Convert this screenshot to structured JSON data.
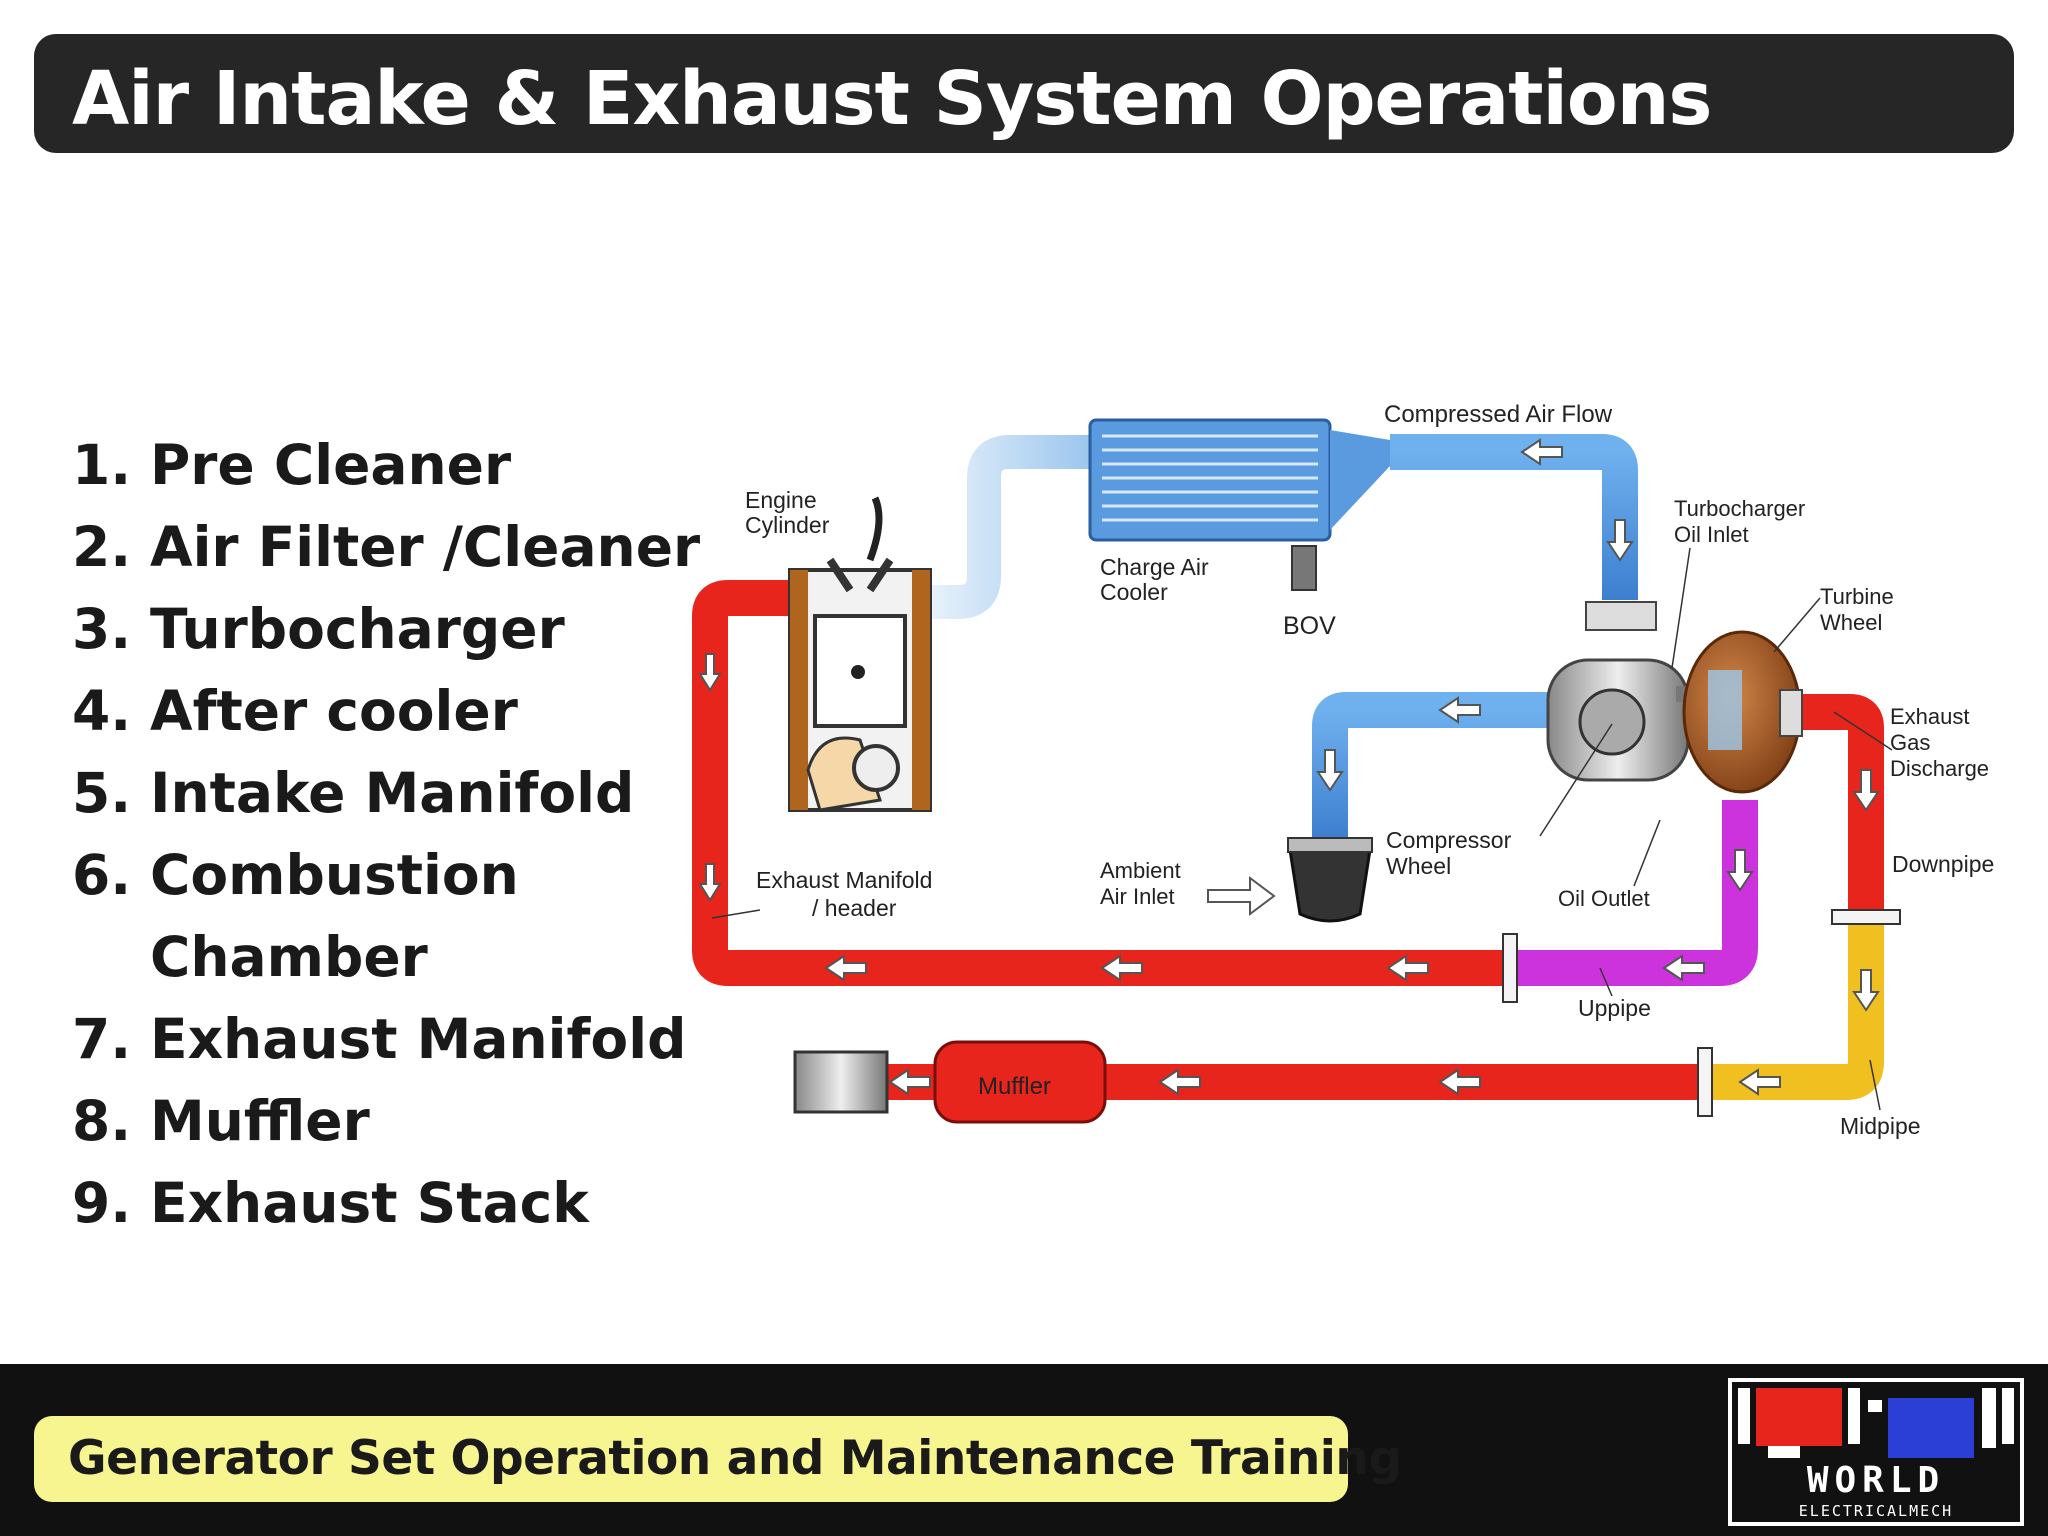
{
  "title": "Air Intake & Exhaust System Operations",
  "list_items": [
    {
      "num": "1.",
      "label": "Pre Cleaner"
    },
    {
      "num": "2.",
      "label": "Air Filter /Cleaner"
    },
    {
      "num": "3.",
      "label": "Turbocharger"
    },
    {
      "num": "4.",
      "label": "After cooler"
    },
    {
      "num": "5.",
      "label": "Intake Manifold"
    },
    {
      "num": "6.",
      "label": "Combustion Chamber"
    },
    {
      "num": "7.",
      "label": "Exhaust Manifold"
    },
    {
      "num": "8.",
      "label": "Muffler"
    },
    {
      "num": "9.",
      "label": "Exhaust Stack"
    }
  ],
  "diagram": {
    "compressed_air_flow": "Compressed Air Flow",
    "engine_cylinder_1": "Engine",
    "engine_cylinder_2": "Cylinder",
    "charge_air_cooler_1": "Charge Air",
    "charge_air_cooler_2": "Cooler",
    "bov": "BOV",
    "turbo_oil_inlet_1": "Turbocharger",
    "turbo_oil_inlet_2": "Oil Inlet",
    "turbine_wheel_1": "Turbine",
    "turbine_wheel_2": "Wheel",
    "exhaust_gas_1": "Exhaust",
    "exhaust_gas_2": "Gas",
    "exhaust_gas_3": "Discharge",
    "downpipe": "Downpipe",
    "compressor_wheel_1": "Compressor",
    "compressor_wheel_2": "Wheel",
    "oil_outlet": "Oil Outlet",
    "ambient_air_1": "Ambient",
    "ambient_air_2": "Air Inlet",
    "exhaust_manifold_1": "Exhaust Manifold",
    "exhaust_manifold_2": "/ header",
    "uppipe": "Uppipe",
    "muffler": "Muffler",
    "midpipe": "Midpipe"
  },
  "footer": {
    "training_label": "Generator Set Operation and Maintenance Training",
    "logo_text_1": "WORLD",
    "logo_text_2": "ELECTRICALMECH"
  },
  "colors": {
    "title_bg": "#262626",
    "footer_bg": "#111111",
    "footer_pill": "#f7f58f",
    "intake_blue": "#4a90d9",
    "exhaust_red": "#e8251c",
    "uppipe_magenta": "#cc33dd",
    "midpipe_yellow": "#f0c020",
    "turbo_brown": "#a0521c"
  }
}
